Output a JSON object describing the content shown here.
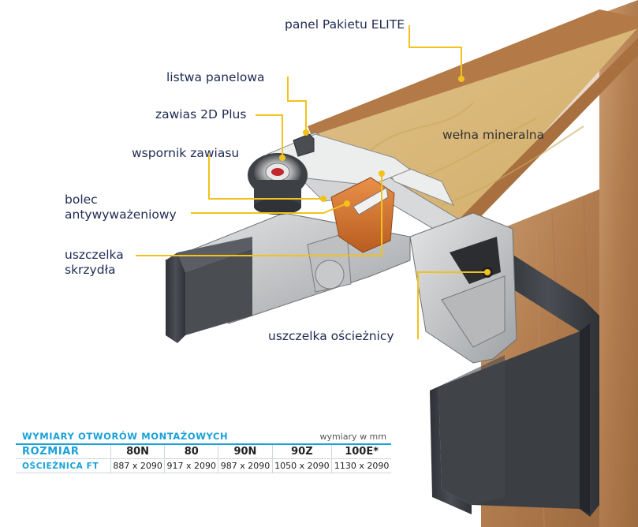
{
  "labels": {
    "panel": "panel Pakietu ELITE",
    "listwa": "listwa panelowa",
    "zawias": "zawias 2D Plus",
    "wspornik": "wspornik zawiasu",
    "bolec_1": "bolec",
    "bolec_2": "antywyważeniowy",
    "welna": "wełna mineralna",
    "uszczelka_skrzydla_1": "uszczelka",
    "uszczelka_skrzydla_2": "skrzydła",
    "uszczelka_oscieznicy": "uszczelka ościeżnicy"
  },
  "table": {
    "title": "WYMIARY OTWORÓW MONTAŻOWYCH",
    "units": "wymiary w mm",
    "row_size_label": "ROZMIAR",
    "row_frame_label": "OŚCIEŻNICA FT",
    "sizes": [
      "80N",
      "80",
      "90N",
      "90Z",
      "100E*"
    ],
    "frames": [
      "887 x 2090",
      "917 x 2090",
      "987 x 2090",
      "1050 x 2090",
      "1130 x 2090"
    ]
  },
  "colors": {
    "leader": "#f2c21b",
    "label_text": "#1f2a52",
    "accent_blue": "#1aa1d8",
    "wood": "#b98556",
    "wool": "#e6d08a",
    "aluminium": "#c6c8ca",
    "dark_frame": "#3b3e43",
    "hinge_orange": "#d9772e"
  }
}
